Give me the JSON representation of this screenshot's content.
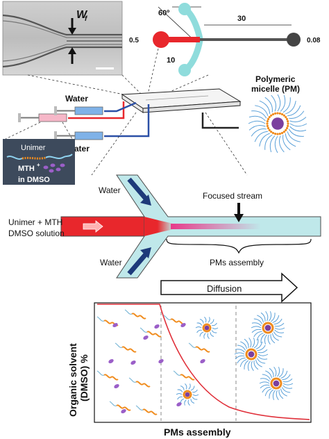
{
  "micrograph": {
    "label_main": "W",
    "label_sub": "f"
  },
  "geometry_schematic": {
    "angle": "60º",
    "length_main": "30",
    "length_side": "10",
    "left_value": "0.5",
    "right_value": "0.08"
  },
  "device": {
    "water_top": "Water",
    "water_bottom": "Water",
    "polymeric_micelle_line1": "Polymeric",
    "polymeric_micelle_line2": "micelle (PM)"
  },
  "inset": {
    "unimer": "Unimer",
    "mth_text": "MTH",
    "mth_charge": "+",
    "in_dmso": "in DMSO"
  },
  "flow": {
    "water_top": "Water",
    "water_bottom": "Water",
    "focused_stream": "Focused stream",
    "inlet_line1": "Unimer + MTH",
    "inlet_line2": "DMSO solution",
    "pms_assembly": "PMs assembly"
  },
  "plot": {
    "diffusion": "Diffusion",
    "ylabel_line1": "Organic solvent",
    "ylabel_line2": "(DMSO) %",
    "xlabel": "PMs assembly"
  },
  "colors": {
    "red_channel": "#e8272c",
    "cyan_channel": "#8fdcdc",
    "navy_arrow": "#1d3a7a",
    "micelle_core": "#7b3f9e",
    "micelle_shell": "#f08c1e",
    "micelle_tail": "#5aa0d8",
    "curve": "#e0303a"
  }
}
